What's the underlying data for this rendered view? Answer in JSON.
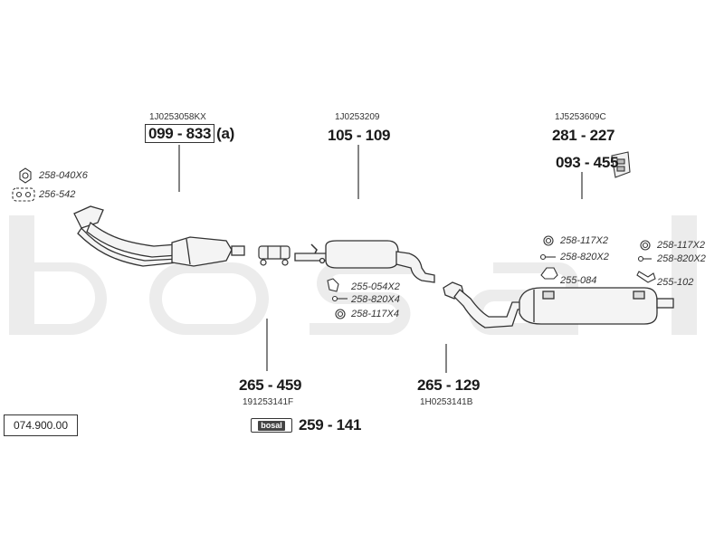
{
  "catalog_ref": "074.900.00",
  "watermark_text": "bosal",
  "oem_numbers": {
    "front_pipe": "1J0253058KX",
    "center_silencer": "1J0253209",
    "rear_mount": "1J5253609C",
    "intermediate_pipe": "191253141F",
    "rear_silencer": "1H0253141B"
  },
  "parts": {
    "front_pipe": "099 - 833",
    "front_pipe_suffix": "(a)",
    "center_silencer": "105 - 109",
    "rear_mount": "281 - 227",
    "rear_bracket": "093 - 455",
    "intermediate_pipe": "265 - 459",
    "rear_silencer": "265 - 129",
    "paste_kit": "259 - 141"
  },
  "hardware": {
    "nut_front": "258-040X6",
    "gasket_front": "256-542",
    "clamp_mid": "255-054X2",
    "bolt_mid": "258-820X4",
    "ring_mid": "258-117X4",
    "ring_rear_a": "258-117X2",
    "bolt_rear_a": "258-820X2",
    "clamp_rear_a": "255-084",
    "ring_rear_b": "258-117X2",
    "bolt_rear_b": "258-820X2",
    "clamp_rear_b": "255-102"
  },
  "logo_badge_text": "bosal"
}
